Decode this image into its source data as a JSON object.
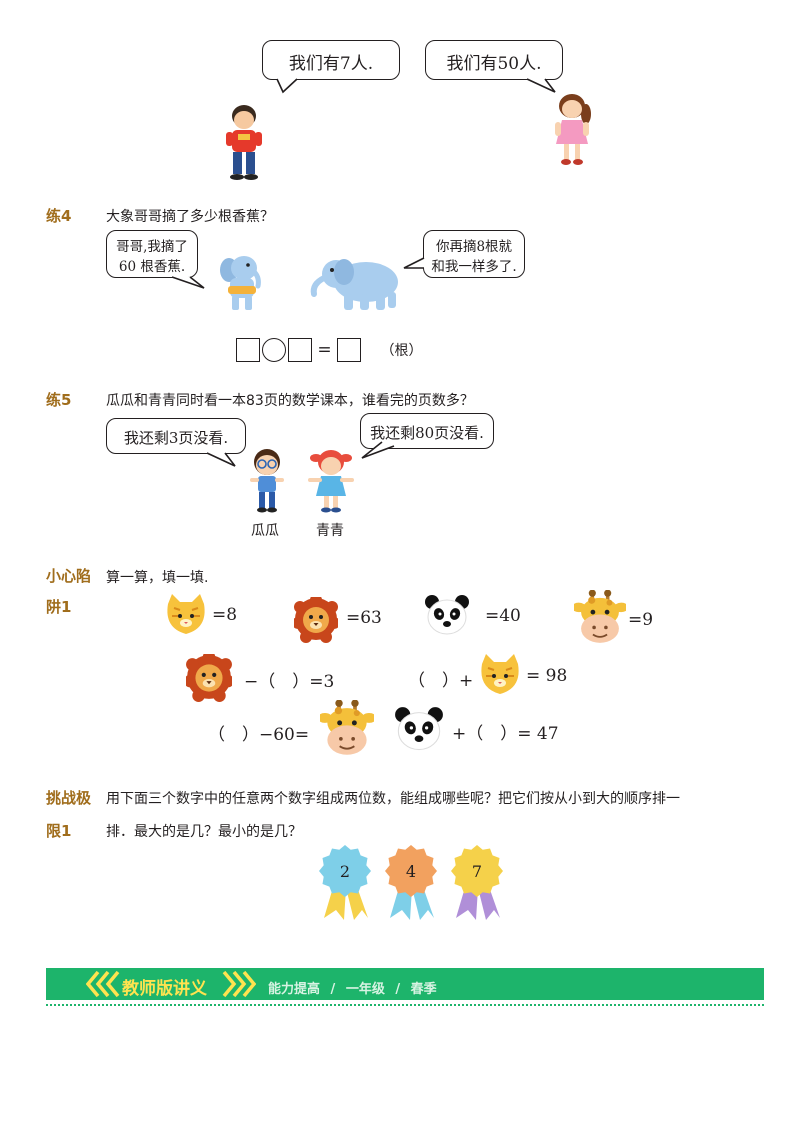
{
  "top_dialog": {
    "boy_says": "我们有7人.",
    "girl_says": "我们有50人."
  },
  "ex4": {
    "label": "练4",
    "question": "大象哥哥摘了多少根香蕉？",
    "small_elephant_line1": "哥哥,我摘了",
    "small_elephant_line2": "60 根香蕉.",
    "big_elephant_line1": "你再摘8根就",
    "big_elephant_line2": "和我一样多了.",
    "equals": "=",
    "unit": "（根）"
  },
  "ex5": {
    "label": "练5",
    "question": "瓜瓜和青青同时看一本83页的数学课本，谁看完的页数多？",
    "gua_says": "我还剩3页没看.",
    "qing_says": "我还剩80页没看.",
    "gua_name": "瓜瓜",
    "qing_name": "青青"
  },
  "trap": {
    "label_line1": "小心陷",
    "label_line2": "阱1",
    "instruction": "算一算，填一填.",
    "row1": [
      "=8",
      "=63",
      "=40",
      "=9"
    ],
    "row2_left": "−（　）=3",
    "row2_right_pre": "（　）+",
    "row2_right_post": "= 98",
    "row3_left": "（　）−60=",
    "row3_right": "+（　）= 47"
  },
  "challenge": {
    "label_line1": "挑战极",
    "label_line2": "限1",
    "text_line1": "用下面三个数字中的任意两个数字组成两位数，能组成哪些呢？把它们按从小到大的顺序排一",
    "text_line2": "排．最大的是几？最小的是几？",
    "badges": [
      {
        "value": "2",
        "fill": "#7ecfe8",
        "ribbon": "#f5d14a"
      },
      {
        "value": "4",
        "fill": "#f2a15f",
        "ribbon": "#7ecfe8"
      },
      {
        "value": "7",
        "fill": "#f5d14a",
        "ribbon": "#b08fd8"
      }
    ]
  },
  "footer": {
    "title": "教师版讲义",
    "crumbs": [
      "能力提高",
      "/",
      "一年级",
      "/",
      "春季"
    ],
    "accent": "#1db46b",
    "title_color": "#ffe34f"
  }
}
